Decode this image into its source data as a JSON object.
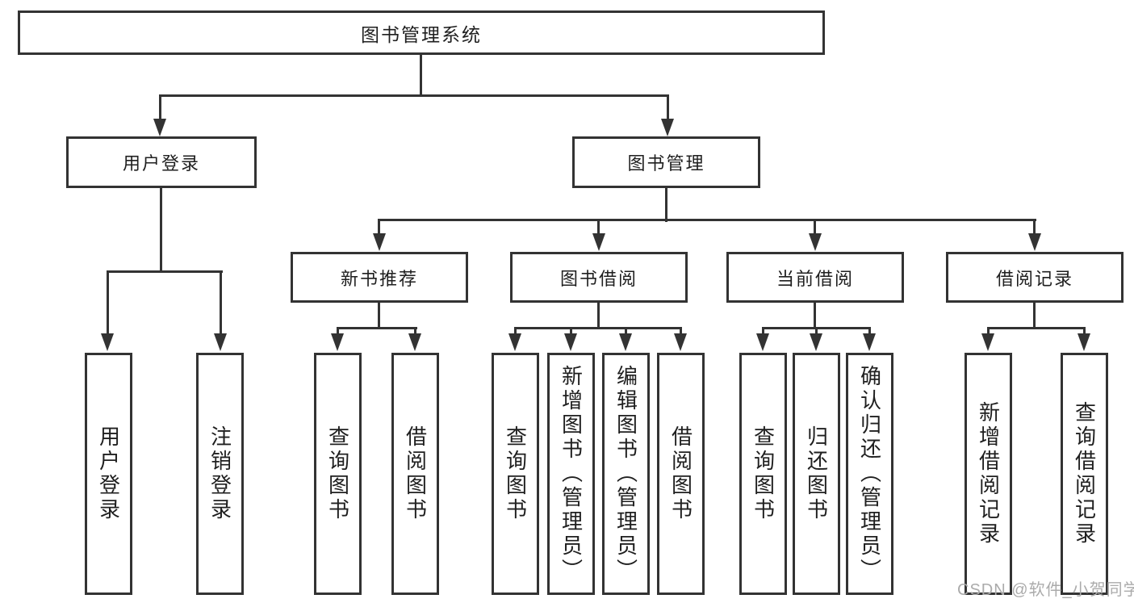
{
  "tree": {
    "root": {
      "label": "图书管理系统"
    },
    "level2": [
      {
        "label": "用户登录"
      },
      {
        "label": "图书管理"
      }
    ],
    "level3": [
      {
        "label": "新书推荐",
        "parent": "图书管理"
      },
      {
        "label": "图书借阅",
        "parent": "图书管理"
      },
      {
        "label": "当前借阅",
        "parent": "图书管理"
      },
      {
        "label": "借阅记录",
        "parent": "图书管理"
      }
    ],
    "leaves": [
      {
        "label": "用户登录",
        "parent": "用户登录"
      },
      {
        "label": "注销登录",
        "parent": "用户登录"
      },
      {
        "label": "查询图书",
        "parent": "新书推荐"
      },
      {
        "label": "借阅图书",
        "parent": "新书推荐"
      },
      {
        "label": "查询图书",
        "parent": "图书借阅"
      },
      {
        "label": "新增图书（管理员）",
        "parent": "图书借阅"
      },
      {
        "label": "编辑图书（管理员）",
        "parent": "图书借阅"
      },
      {
        "label": "借阅图书",
        "parent": "图书借阅"
      },
      {
        "label": "查询图书",
        "parent": "当前借阅"
      },
      {
        "label": "归还图书",
        "parent": "当前借阅"
      },
      {
        "label": "确认归还（管理员）",
        "parent": "当前借阅"
      },
      {
        "label": "新增借阅记录",
        "parent": "借阅记录"
      },
      {
        "label": "查询借阅记录",
        "parent": "借阅记录"
      }
    ]
  },
  "watermark": "CSDN @软件_小贺同学",
  "colors": {
    "line": "#333333",
    "text": "#1f1f1f",
    "watermark": "#ababab",
    "background": "#ffffff"
  }
}
